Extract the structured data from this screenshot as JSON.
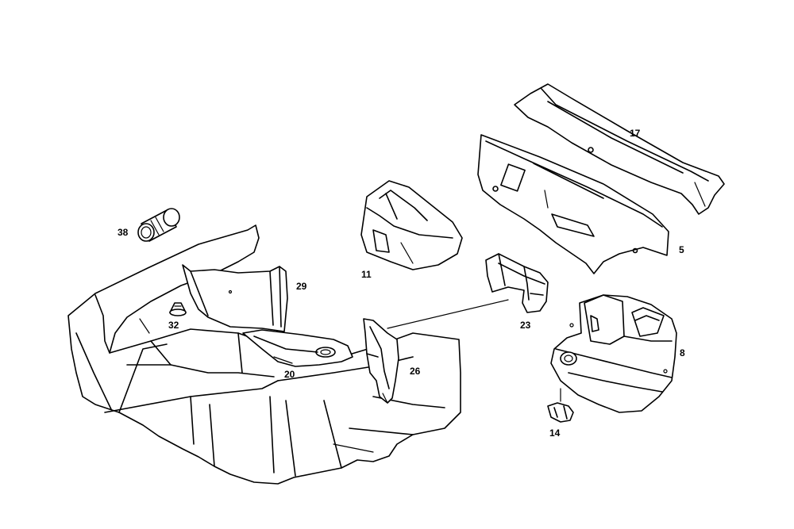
{
  "diagram": {
    "callouts": {
      "c17": "17",
      "c5": "5",
      "c11": "11",
      "c38": "38",
      "c29": "29",
      "c32": "32",
      "c23": "23",
      "c8": "8",
      "c20": "20",
      "c26": "26",
      "c14": "14"
    }
  }
}
